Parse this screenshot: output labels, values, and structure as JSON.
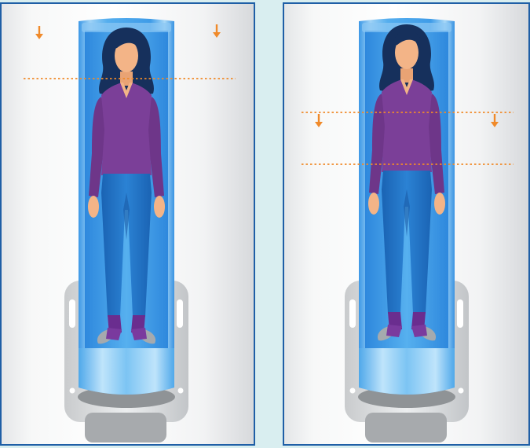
{
  "colors": {
    "background": "#d9eef0",
    "panel_border": "#1f5fa6",
    "scan_line": "#f08a2a",
    "arrow": "#f08a2a",
    "tube_light": "#a9d8f6",
    "tube_mid": "#5db4ee",
    "tube_dark": "#2f8fe0",
    "hair": "#16305c",
    "skin": "#f3b487",
    "shirt": "#7b3f98",
    "pants": "#1f72c4",
    "socks": "#6a2d8f",
    "base_light": "#dfe1e3",
    "base_dark": "#a8abae"
  },
  "panels": [
    {
      "id": "left",
      "scan_lines": 1,
      "arrows": 2,
      "icon": "arrow-down-icon"
    },
    {
      "id": "right",
      "scan_lines": 2,
      "arrows": 2,
      "icon": "arrow-down-icon"
    }
  ]
}
